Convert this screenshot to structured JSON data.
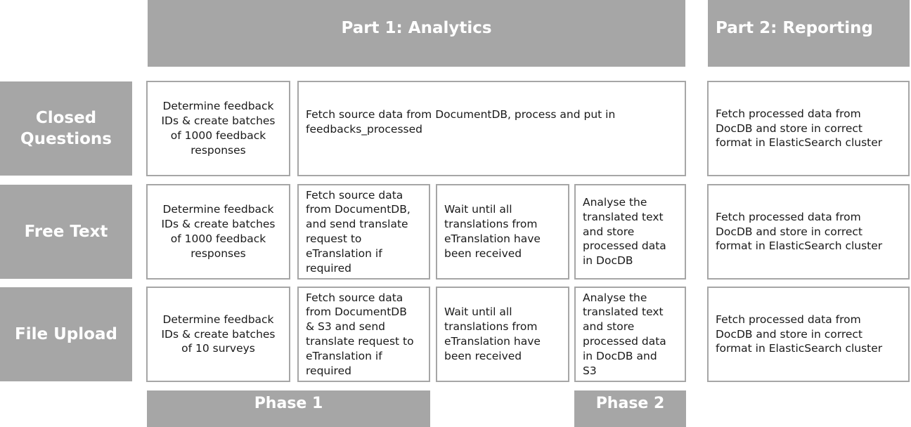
{
  "headers": {
    "part1": "Part 1: Analytics",
    "part2": "Part 2: Reporting"
  },
  "rows": {
    "closed": {
      "label": "Closed\nQuestions",
      "determine": "Determine feedback\nIDs & create batches\nof 1000 feedback\nresponses",
      "fetch": "Fetch source data from DocumentDB, process and put in\nfeedbacks_processed",
      "report": "Fetch processed data from\nDocDB and store in correct\nformat in ElasticSearch cluster"
    },
    "free": {
      "label": "Free Text",
      "determine": "Determine feedback\nIDs & create batches\nof 1000 feedback\nresponses",
      "fetch": "Fetch source data\nfrom DocumentDB,\nand send translate\nrequest to\neTranslation if\nrequired",
      "wait": "Wait until all\ntranslations from\neTranslation have\nbeen received",
      "analyse": "Analyse the\ntranslated text\nand store\nprocessed data\nin DocDB",
      "report": "Fetch processed data from\nDocDB and store in correct\nformat in ElasticSearch cluster"
    },
    "file": {
      "label": "File Upload",
      "determine": "Determine feedback\nIDs & create batches\nof 10 surveys",
      "fetch": "Fetch source data\nfrom DocumentDB\n& S3 and send\ntranslate request to\neTranslation if\nrequired",
      "wait": "Wait until all\ntranslations from\neTranslation have\nbeen received",
      "analyse": "Analyse the\ntranslated text\nand store\nprocessed data\nin DocDB and\nS3",
      "report": "Fetch processed data from\nDocDB and store in correct\nformat in ElasticSearch cluster"
    }
  },
  "phases": {
    "phase1": "Phase 1",
    "phase2": "Phase 2"
  }
}
